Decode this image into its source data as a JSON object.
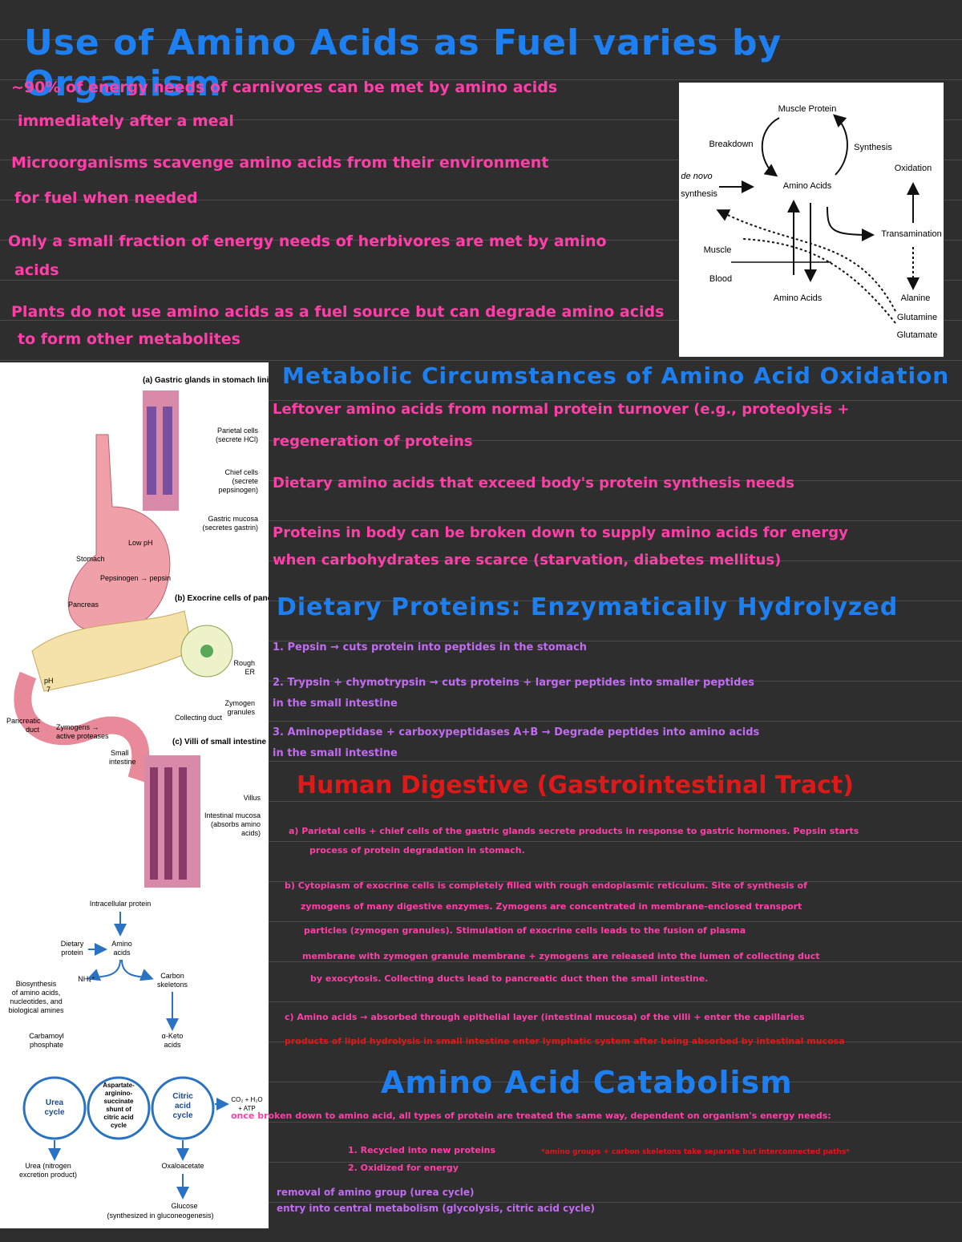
{
  "page_title": "Use of Amino Acids as Fuel varies by Organism",
  "intro_notes": [
    "~90% of energy needs of carnivores can be met by amino acids",
    "immediately after a meal",
    "Microorganisms scavenge amino acids from their environment",
    "for fuel when needed",
    "Only a small fraction of energy needs of herbivores are met by amino",
    "acids",
    "Plants do not use amino acids as a fuel source but can degrade amino acids",
    "to form other metabolites"
  ],
  "muscle_diagram": {
    "muscle_protein": "Muscle Protein",
    "breakdown": "Breakdown",
    "synthesis": "Synthesis",
    "oxidation": "Oxidation",
    "de_novo_1": "de novo",
    "de_novo_2": "synthesis",
    "amino_acids_top": "Amino Acids",
    "transamination": "Transamination",
    "muscle": "Muscle",
    "blood": "Blood",
    "amino_acids_bottom": "Amino Acids",
    "alanine": "Alanine",
    "glutamine": "Glutamine",
    "glutamate": "Glutamate"
  },
  "section_metabolic": {
    "heading": "Metabolic Circumstances of Amino Acid Oxidation",
    "lines": [
      "Leftover amino acids from normal protein turnover (e.g., proteolysis +",
      "regeneration of proteins",
      "Dietary amino acids that exceed body's protein synthesis needs",
      "Proteins in body can be broken down to supply amino acids for energy",
      "when carbohydrates are scarce (starvation, diabetes mellitus)"
    ]
  },
  "section_dietary": {
    "heading": "Dietary Proteins: Enzymatically Hydrolyzed",
    "lines": [
      "1. Pepsin → cuts protein into peptides in the stomach",
      "2. Trypsin + chymotrypsin → cuts proteins + larger peptides into smaller peptides",
      "in the small intestine",
      "3. Aminopeptidase + carboxypeptidases A+B → Degrade peptides into amino acids",
      "in the small intestine"
    ]
  },
  "section_digestive": {
    "heading": "Human Digestive (Gastrointestinal Tract)",
    "a_lines": [
      "a) Parietal cells + chief cells of the gastric glands secrete products in response to gastric hormones. Pepsin starts",
      "process of protein degradation in stomach."
    ],
    "b_lines": [
      "b) Cytoplasm of exocrine cells is completely filled with rough endoplasmic reticulum. Site of synthesis of",
      "zymogens of many digestive enzymes. Zymogens are concentrated in membrane-enclosed transport",
      "particles (zymogen granules). Stimulation of exocrine cells leads to the fusion of plasma",
      "membrane with zymogen granule membrane + zymogens are released into the lumen of collecting duct",
      "by exocytosis. Collecting ducts lead to pancreatic duct then the small intestine."
    ],
    "c_lines": [
      "c) Amino acids → absorbed through epithelial layer (intestinal mucosa) of the villi + enter the capillaries",
      "products of lipid hydrolysis in small intestine enter lymphatic system after being absorbed by intestinal mucosa"
    ]
  },
  "section_catabolism": {
    "heading": "Amino Acid Catabolism",
    "lead": "once broken down to amino acid, all types of protein are treated the same way, dependent on organism's energy needs:",
    "items": [
      "1. Recycled into new proteins",
      "2. Oxidized for energy"
    ],
    "side_note": "*amino groups + carbon skeletons take separate but interconnected paths*",
    "footer": [
      "removal of amino group (urea cycle)",
      "entry into central metabolism (glycolysis, citric acid cycle)"
    ]
  },
  "gi_figure": {
    "panel_a": "(a) Gastric glands in stomach lining",
    "panel_b": "(b) Exocrine cells of pancreas",
    "panel_c": "(c) Villi of small intestine",
    "parietal": [
      "Parietal cells",
      "(secrete HCl)"
    ],
    "chief": [
      "Chief cells",
      "(secrete",
      "pepsinogen)"
    ],
    "mucosa": [
      "Gastric mucosa",
      "(secretes gastrin)"
    ],
    "low_ph": "Low pH",
    "stomach": "Stomach",
    "pepsinogen": "Pepsinogen → pepsin",
    "pancreas": "Pancreas",
    "ph7": [
      "pH",
      "7"
    ],
    "pancreatic_duct": [
      "Pancreatic",
      "duct"
    ],
    "zymogens": [
      "Zymogens →",
      "active proteases"
    ],
    "small_intestine": [
      "Small",
      "intestine"
    ],
    "collecting_duct": "Collecting duct",
    "rough_er": [
      "Rough",
      "ER"
    ],
    "zymogen_granules": [
      "Zymogen",
      "granules"
    ],
    "villus": "Villus",
    "intestinal_mucosa": [
      "Intestinal mucosa",
      "(absorbs amino",
      "acids)"
    ]
  },
  "flow_diagram": {
    "intracellular": "Intracellular protein",
    "dietary": [
      "Dietary",
      "protein"
    ],
    "amino": [
      "Amino",
      "acids"
    ],
    "nh4": "NH₄⁺",
    "carbon": [
      "Carbon",
      "skeletons"
    ],
    "biosynthesis": [
      "Biosynthesis",
      "of amino acids,",
      "nucleotides, and",
      "biological amines"
    ],
    "carbamoyl": [
      "Carbamoyl",
      "phosphate"
    ],
    "keto": [
      "α-Keto",
      "acids"
    ],
    "urea_cycle": [
      "Urea",
      "cycle"
    ],
    "shunt": [
      "Aspartate-",
      "arginino-",
      "succinate",
      "shunt of",
      "citric acid",
      "cycle"
    ],
    "citric": [
      "Citric",
      "acid",
      "cycle"
    ],
    "co2": [
      "CO₂ + H₂O",
      "+ ATP"
    ],
    "urea": [
      "Urea (nitrogen",
      "excretion product)"
    ],
    "oxaloacetate": "Oxaloacetate",
    "glucose": [
      "Glucose",
      "(synthesized in gluconeogenesis)"
    ]
  }
}
